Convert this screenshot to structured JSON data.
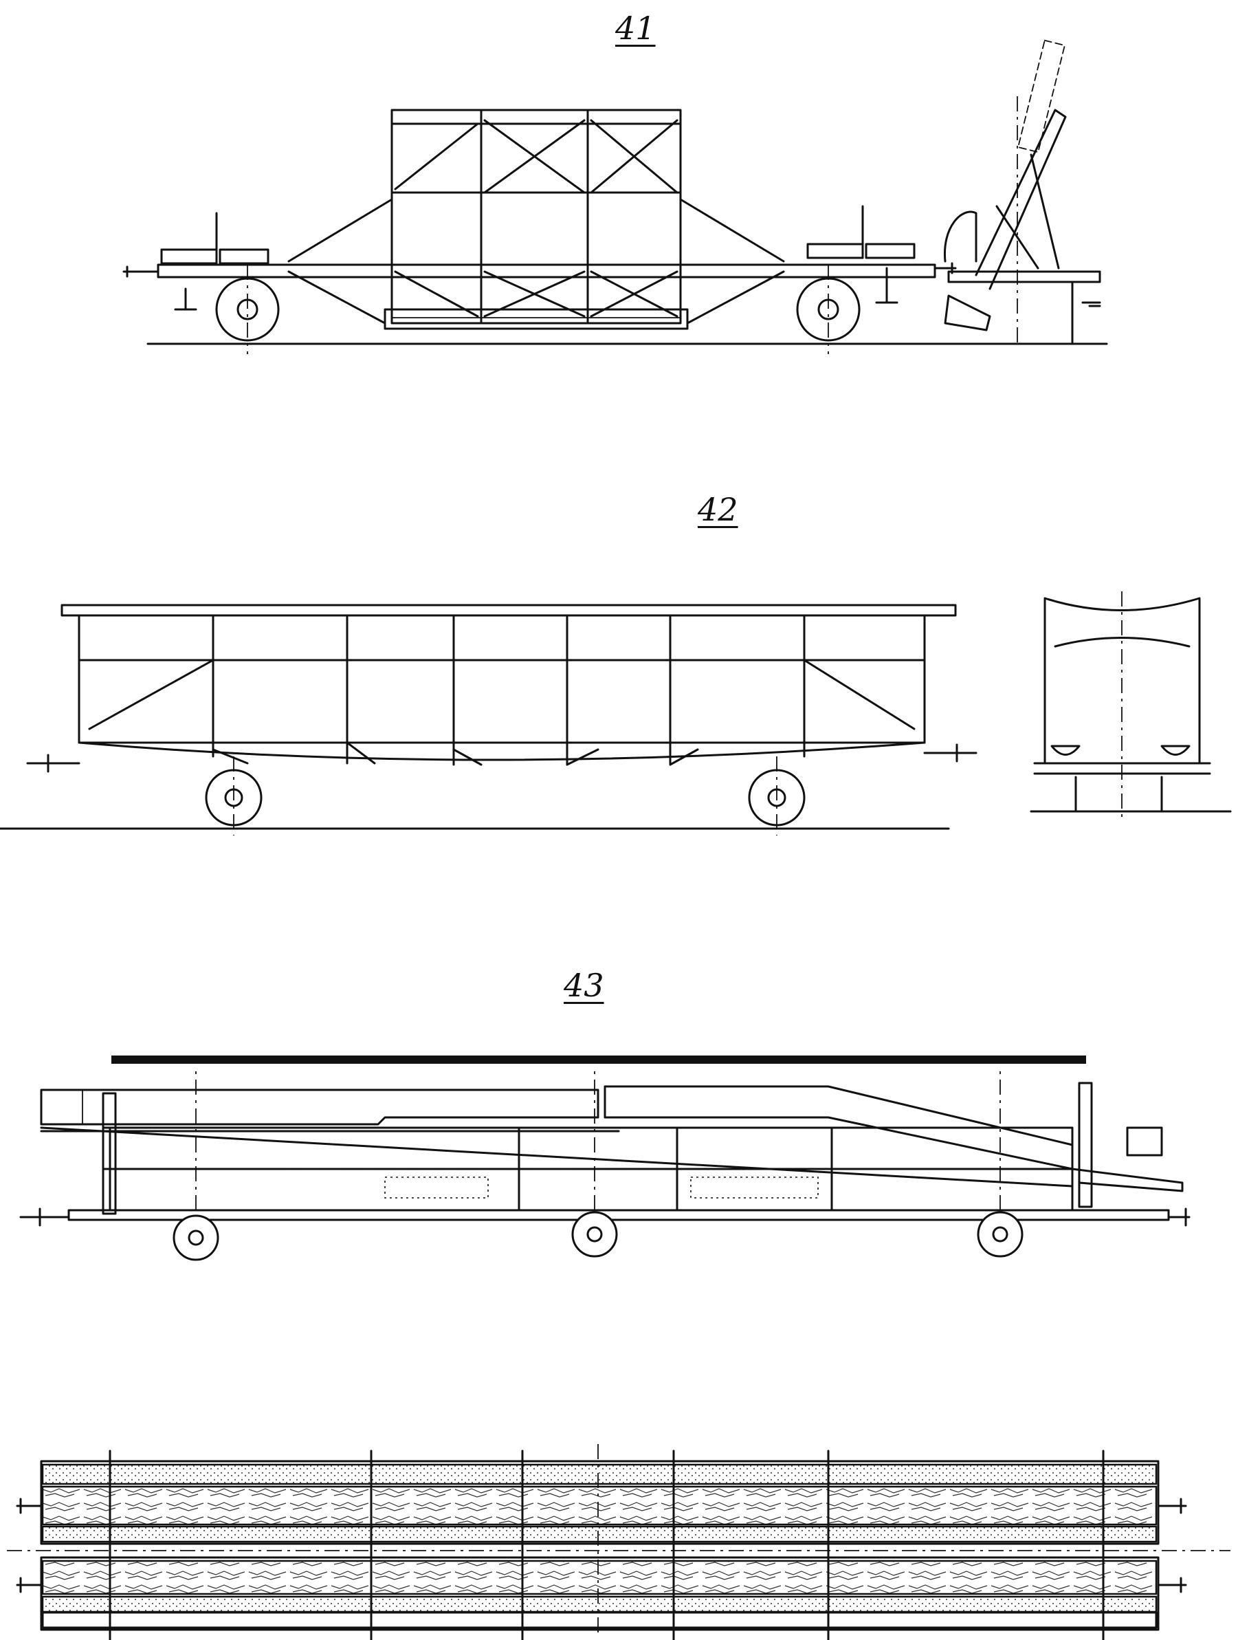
{
  "figures": [
    {
      "id": "fig41",
      "label": "41"
    },
    {
      "id": "fig42",
      "label": "42"
    },
    {
      "id": "fig43",
      "label": "43"
    }
  ]
}
